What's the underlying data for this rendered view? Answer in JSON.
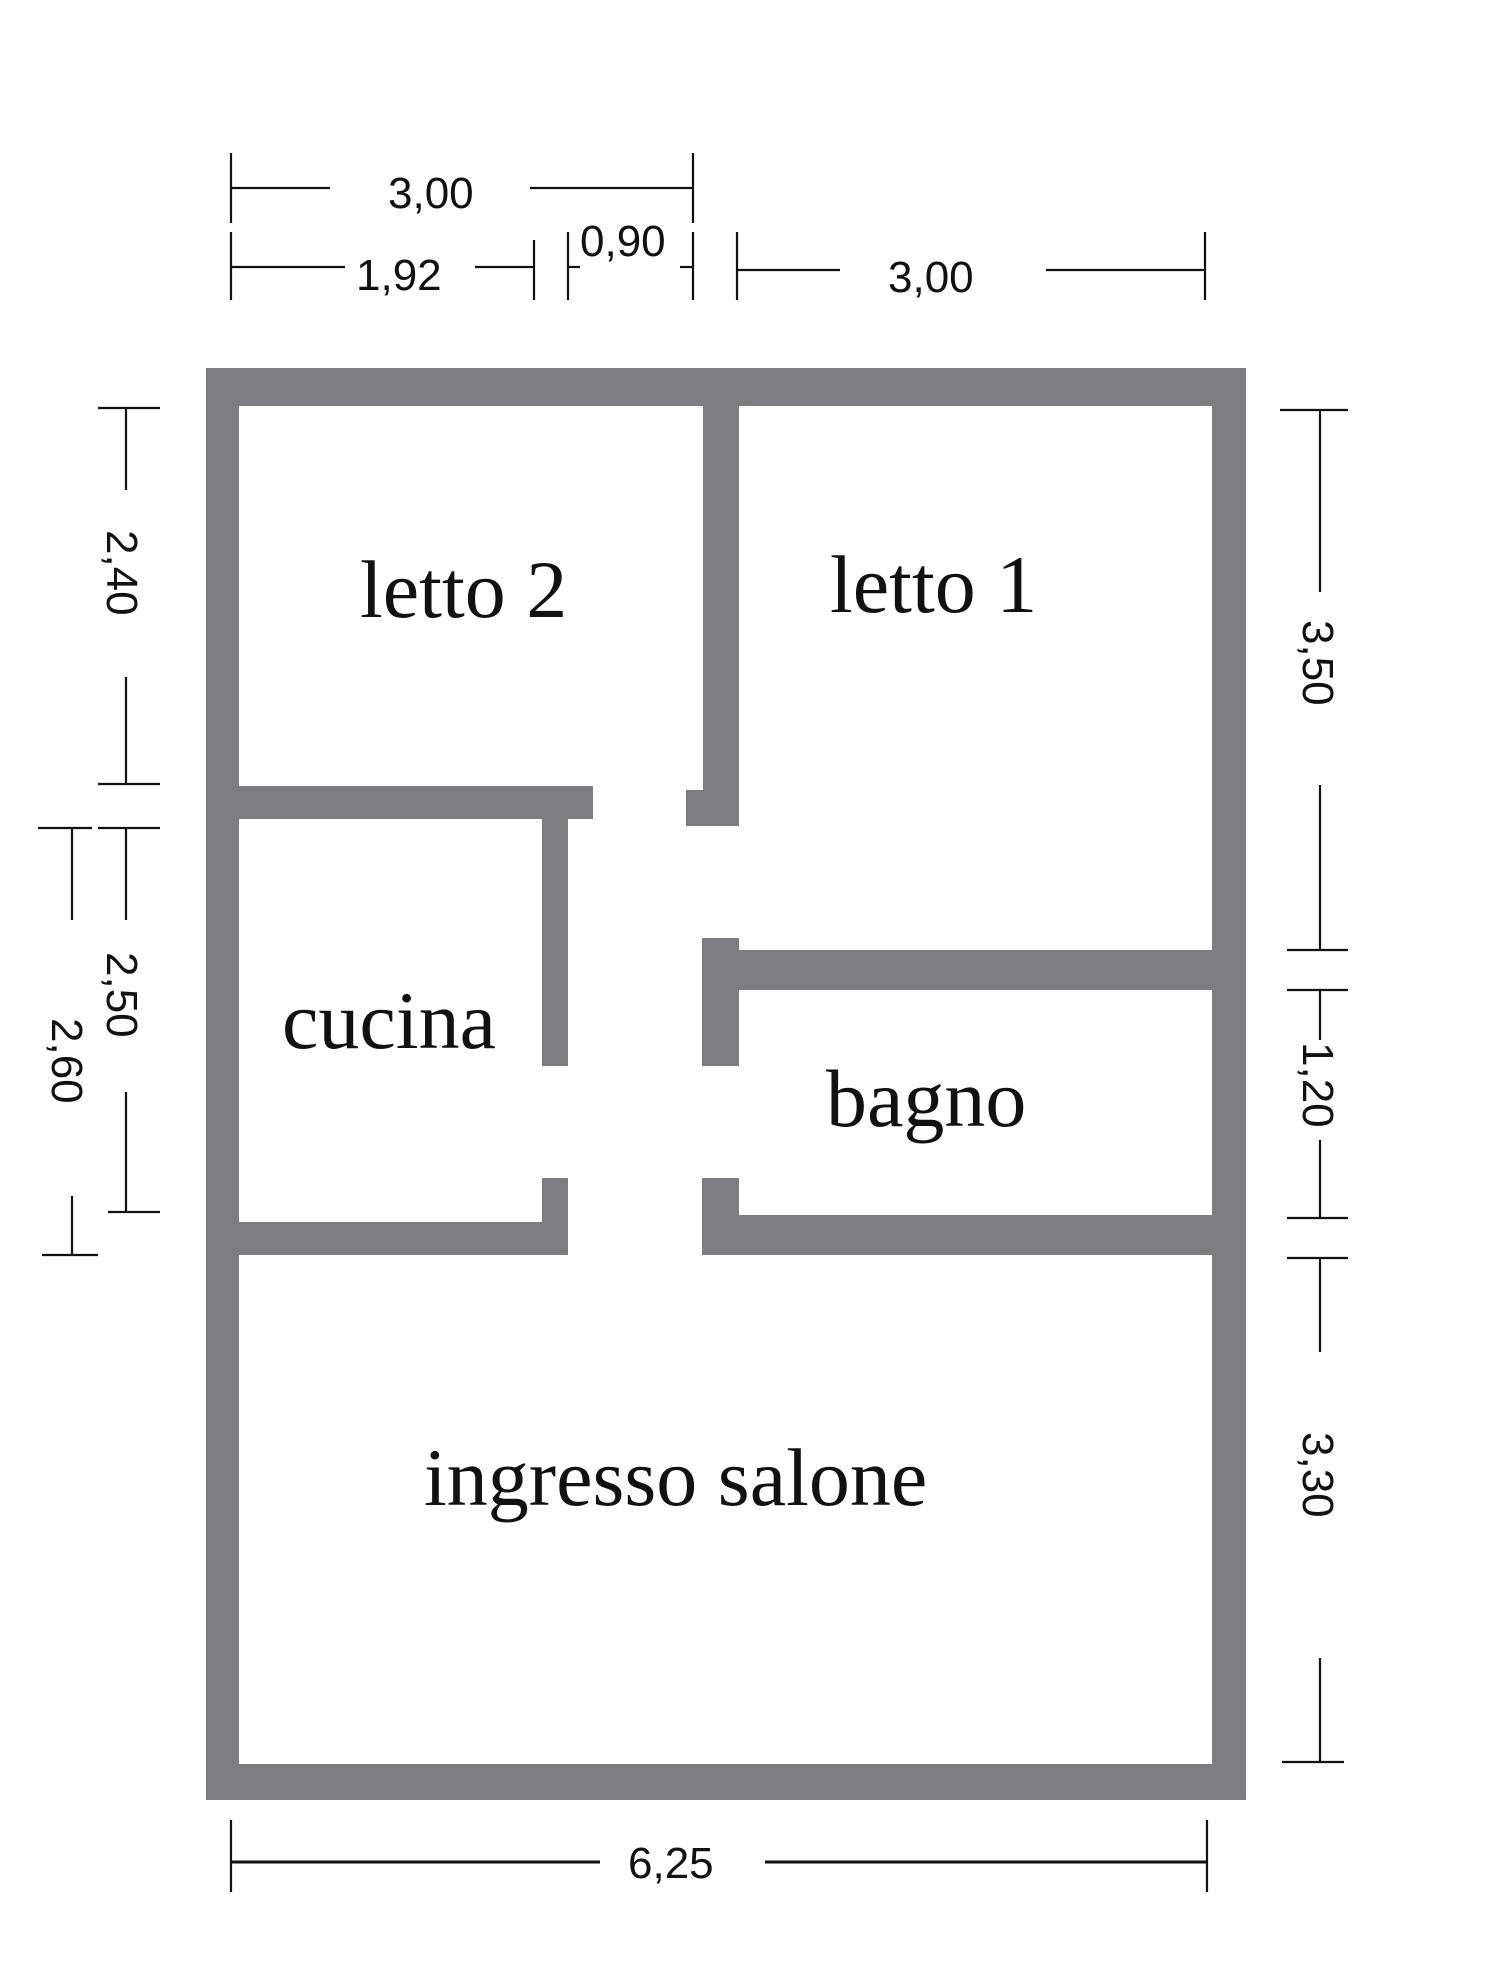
{
  "rooms": {
    "letto2": "letto 2",
    "letto1": "letto 1",
    "cucina": "cucina",
    "bagno": "bagno",
    "salone": "ingresso salone"
  },
  "dimensions": {
    "top_span": "3,00",
    "top_left": "1,92",
    "top_door": "0,90",
    "top_right": "3,00",
    "bottom_width": "6,25",
    "left_upper": "2,40",
    "left_mid": "2,50",
    "left_outer": "2,60",
    "right_upper": "3,50",
    "right_mid": "1,20",
    "right_lower": "3,30"
  }
}
